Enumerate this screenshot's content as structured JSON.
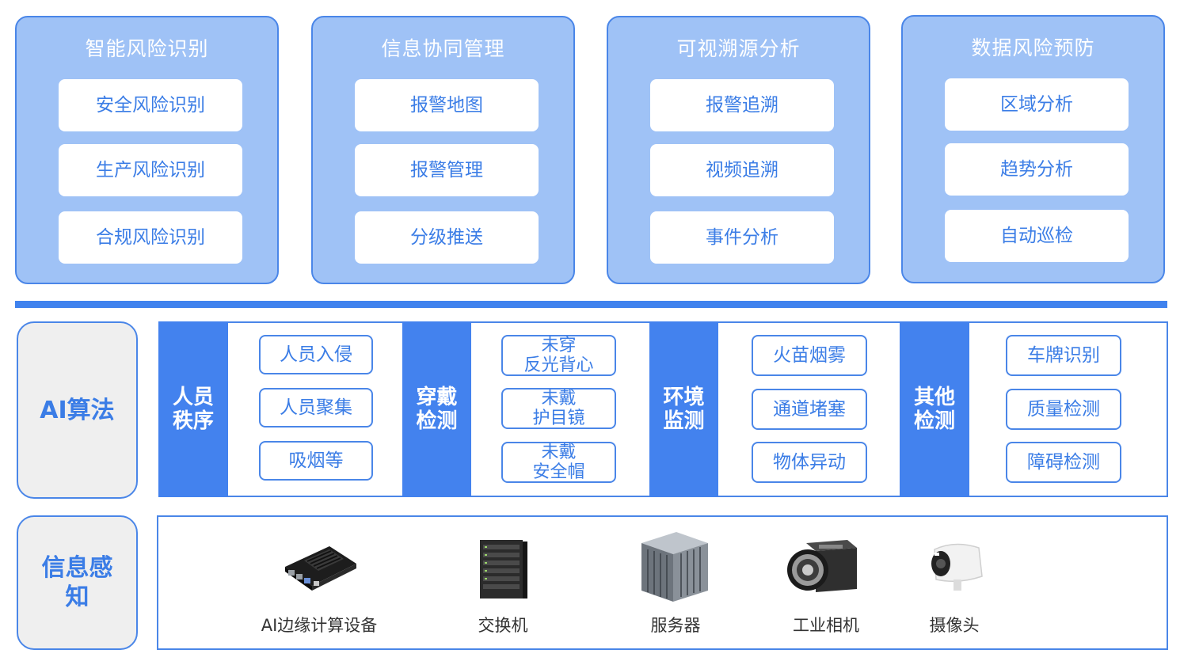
{
  "application_layer": {
    "panels": [
      {
        "title": "智能风险识别",
        "items": [
          "安全风险识别",
          "生产风险识别",
          "合规风险识别"
        ]
      },
      {
        "title": "信息协同管理",
        "items": [
          "报警地图",
          "报警管理",
          "分级推送"
        ]
      },
      {
        "title": "可视溯源分析",
        "items": [
          "报警追溯",
          "视频追溯",
          "事件分析"
        ]
      },
      {
        "title": "数据风险预防",
        "items": [
          "区域分析",
          "趋势分析",
          "自动巡检"
        ]
      }
    ]
  },
  "ai_algorithm": {
    "row_label": "AI算法",
    "categories": [
      {
        "title_line1": "人员",
        "title_line2": "秩序",
        "items": [
          {
            "line1": "人员入侵",
            "line2": ""
          },
          {
            "line1": "人员聚集",
            "line2": ""
          },
          {
            "line1": "吸烟等",
            "line2": ""
          }
        ]
      },
      {
        "title_line1": "穿戴",
        "title_line2": "检测",
        "items": [
          {
            "line1": "未穿",
            "line2": "反光背心"
          },
          {
            "line1": "未戴",
            "line2": "护目镜"
          },
          {
            "line1": "未戴",
            "line2": "安全帽"
          }
        ]
      },
      {
        "title_line1": "环境",
        "title_line2": "监测",
        "items": [
          {
            "line1": "火苗烟雾",
            "line2": ""
          },
          {
            "line1": "通道堵塞",
            "line2": ""
          },
          {
            "line1": "物体异动",
            "line2": ""
          }
        ]
      },
      {
        "title_line1": "其他",
        "title_line2": "检测",
        "items": [
          {
            "line1": "车牌识别",
            "line2": ""
          },
          {
            "line1": "质量检测",
            "line2": ""
          },
          {
            "line1": "障碍检测",
            "line2": ""
          }
        ]
      }
    ]
  },
  "perception": {
    "row_label_line1": "信息感",
    "row_label_line2": "知",
    "devices": [
      {
        "label": "AI边缘计算设备",
        "icon": "edge-computing-board-icon"
      },
      {
        "label": "交换机",
        "icon": "network-switch-icon"
      },
      {
        "label": "服务器",
        "icon": "server-rack-icon"
      },
      {
        "label": "工业相机",
        "icon": "industrial-camera-icon"
      },
      {
        "label": "摄像头",
        "icon": "bullet-camera-icon"
      }
    ]
  },
  "colors": {
    "accent": "#4382ee",
    "panel_fill": "#9fc2f6",
    "label_bg": "#efefef",
    "text_blue": "#3b7de6"
  }
}
